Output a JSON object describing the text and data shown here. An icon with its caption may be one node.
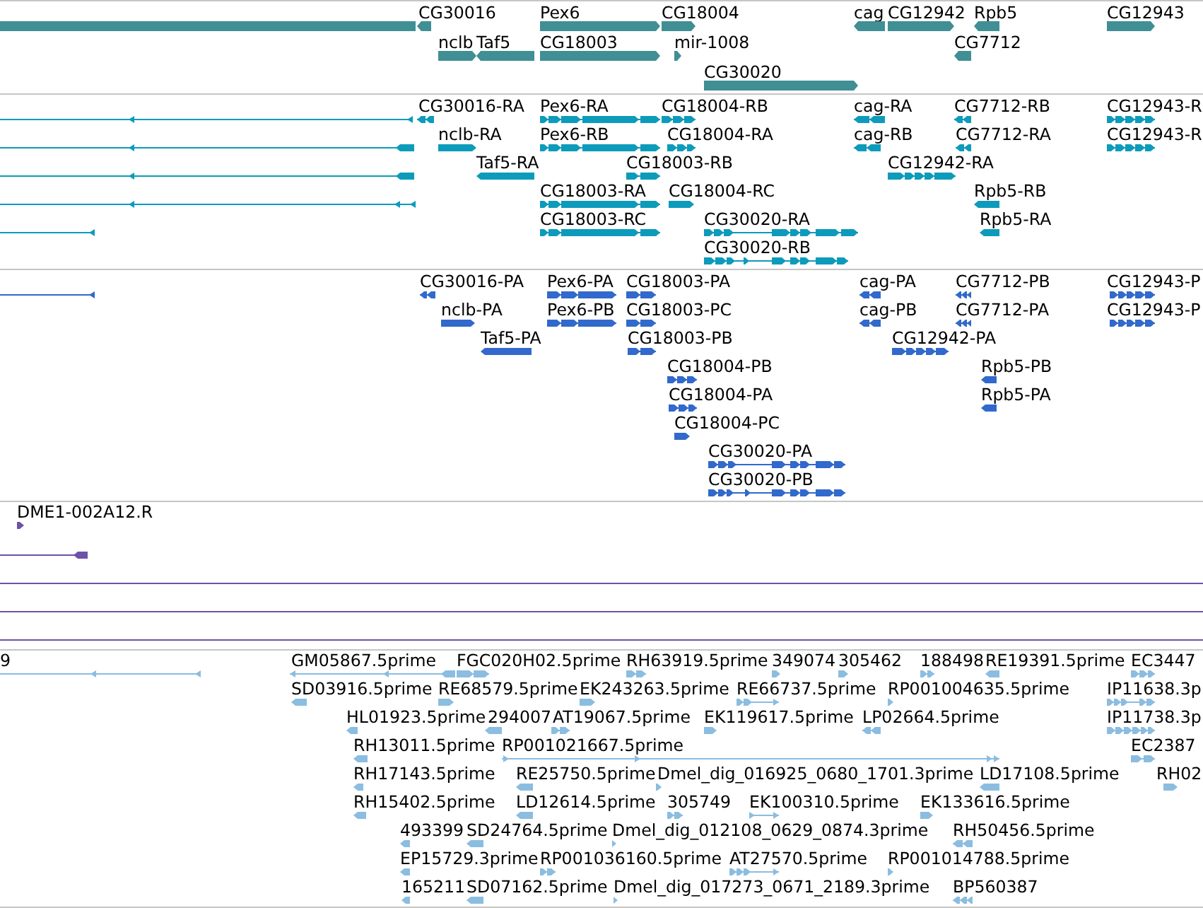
{
  "diagram": {
    "nodes": [
      {
        "text": [],
        "shape": "bar"
      },
      {
        "text": [
          "CG30016"
        ]
      },
      {
        "text": [
          "Pex6"
        ]
      },
      {
        "text": [
          "CG18004"
        ]
      },
      {
        "text": [
          "cag"
        ]
      },
      {
        "text": [
          "CG12942"
        ]
      },
      {
        "text": [
          "Rpb5"
        ]
      },
      {
        "text": [
          "CG12943"
        ]
      },
      {
        "text": [
          "nclb"
        ]
      },
      {
        "text": [
          "Taf5"
        ]
      },
      {
        "text": [
          "CG18003"
        ]
      },
      {
        "text": [
          "mir-1008"
        ]
      },
      {
        "text": [
          "CG7712"
        ]
      },
      {
        "text": [
          "CG30020"
        ]
      },
      {
        "text": [],
        "shape": "line"
      },
      {
        "text": [
          "CG30016-RA"
        ]
      },
      {
        "text": [
          "Pex6-RA"
        ]
      },
      {
        "text": [
          "CG18004-RB"
        ]
      },
      {
        "text": [
          "cag-RA"
        ]
      },
      {
        "text": [
          "CG7712-RB"
        ]
      },
      {
        "text": [
          "CG12943-R"
        ]
      },
      {
        "text": [],
        "shape": "line"
      },
      {
        "text": [
          "nclb-RA"
        ]
      },
      {
        "text": [
          "Pex6-RB"
        ]
      },
      {
        "text": [
          "CG18004-RA"
        ]
      },
      {
        "text": [
          "cag-RB"
        ]
      },
      {
        "text": [
          "CG7712-RA"
        ]
      },
      {
        "text": [
          "CG12943-R"
        ]
      },
      {
        "text": [],
        "shape": "line"
      },
      {
        "text": [
          "Taf5-RA"
        ]
      },
      {
        "text": [
          "CG18003-RB"
        ]
      },
      {
        "text": [
          "CG12942-RA"
        ]
      },
      {
        "text": [],
        "shape": "line"
      },
      {
        "text": [
          "CG18003-RA"
        ]
      },
      {
        "text": [
          "CG18004-RC"
        ]
      },
      {
        "text": [
          "Rpb5-RB"
        ]
      },
      {
        "text": [],
        "shape": "line"
      },
      {
        "text": [
          "CG18003-RC"
        ]
      },
      {
        "text": [
          "CG30020-RA"
        ]
      },
      {
        "text": [
          "Rpb5-RA"
        ]
      },
      {
        "text": [
          "CG30020-RB"
        ]
      },
      {
        "text": [],
        "shape": "line"
      },
      {
        "text": [
          "CG30016-PA"
        ]
      },
      {
        "text": [
          "Pex6-PA"
        ]
      },
      {
        "text": [
          "CG18003-PA"
        ]
      },
      {
        "text": [
          "cag-PA"
        ]
      },
      {
        "text": [
          "CG7712-PB"
        ]
      },
      {
        "text": [
          "CG12943-P"
        ]
      },
      {
        "text": [
          "nclb-PA"
        ]
      },
      {
        "text": [
          "Pex6-PB"
        ]
      },
      {
        "text": [
          "CG18003-PC"
        ]
      },
      {
        "text": [
          "cag-PB"
        ]
      },
      {
        "text": [
          "CG7712-PA"
        ]
      },
      {
        "text": [
          "CG12943-P"
        ]
      },
      {
        "text": [
          "Taf5-PA"
        ]
      },
      {
        "text": [
          "CG18003-PB"
        ]
      },
      {
        "text": [
          "CG12942-PA"
        ]
      },
      {
        "text": [
          "CG18004-PB"
        ]
      },
      {
        "text": [
          "Rpb5-PB"
        ]
      },
      {
        "text": [
          "CG18004-PA"
        ]
      },
      {
        "text": [
          "Rpb5-PA"
        ]
      },
      {
        "text": [
          "CG18004-PC"
        ]
      },
      {
        "text": [
          "CG30020-PA"
        ]
      },
      {
        "text": [
          "CG30020-PB"
        ]
      },
      {
        "text": [
          "DME1-002A12.R"
        ]
      },
      {
        "text": [],
        "shape": "line"
      },
      {
        "text": [],
        "shape": "line"
      },
      {
        "text": [],
        "shape": "line"
      },
      {
        "text": [],
        "shape": "line"
      },
      {
        "text": [
          "9"
        ]
      },
      {
        "text": [
          "GM05867.5prime"
        ]
      },
      {
        "text": [
          "FGC020H02.5prime"
        ]
      },
      {
        "text": [
          "RH63919.5prime"
        ]
      },
      {
        "text": [
          "349074"
        ]
      },
      {
        "text": [
          "305462"
        ]
      },
      {
        "text": [
          "188498"
        ]
      },
      {
        "text": [
          "RE19391.5prime"
        ]
      },
      {
        "text": [
          "EC3447"
        ]
      },
      {
        "text": [
          "SD03916.5prime"
        ]
      },
      {
        "text": [
          "RE68579.5prime"
        ]
      },
      {
        "text": [
          "EK243263.5prime"
        ]
      },
      {
        "text": [
          "RE66737.5prime"
        ]
      },
      {
        "text": [
          "RP001004635.5prime"
        ]
      },
      {
        "text": [
          "IP11638.3p"
        ]
      },
      {
        "text": [
          "HL01923.5prime"
        ]
      },
      {
        "text": [
          "294007"
        ]
      },
      {
        "text": [
          "AT19067.5prime"
        ]
      },
      {
        "text": [
          "EK119617.5prime"
        ]
      },
      {
        "text": [
          "LP02664.5prime"
        ]
      },
      {
        "text": [
          "IP11738.3p"
        ]
      },
      {
        "text": [
          "RH13011.5prime"
        ]
      },
      {
        "text": [
          "RP001021667.5prime"
        ]
      },
      {
        "text": [
          "EC2387"
        ]
      },
      {
        "text": [
          "RH17143.5prime"
        ]
      },
      {
        "text": [
          "RE25750.5prime"
        ]
      },
      {
        "text": [
          "Dmel_dig_016925_0680_1701.3prime"
        ]
      },
      {
        "text": [
          "LD17108.5prime"
        ]
      },
      {
        "text": [
          "RH02"
        ]
      },
      {
        "text": [
          "RH15402.5prime"
        ]
      },
      {
        "text": [
          "LD12614.5prime"
        ]
      },
      {
        "text": [
          "305749"
        ]
      },
      {
        "text": [
          "EK100310.5prime"
        ]
      },
      {
        "text": [
          "EK133616.5prime"
        ]
      },
      {
        "text": [
          "493399"
        ]
      },
      {
        "text": [
          "SD24764.5prime"
        ]
      },
      {
        "text": [
          "Dmel_dig_012108_0629_0874.3prime"
        ]
      },
      {
        "text": [
          "RH50456.5prime"
        ]
      },
      {
        "text": [
          "EP15729.3prime"
        ]
      },
      {
        "text": [
          "RP001036160.5prime"
        ]
      },
      {
        "text": [
          "AT27570.5prime"
        ]
      },
      {
        "text": [
          "RP001014788.5prime"
        ]
      },
      {
        "text": [
          "165211"
        ]
      },
      {
        "text": [
          "SD07162.5prime"
        ]
      },
      {
        "text": [
          "Dmel_dig_017273_0671_2189.3prime"
        ]
      },
      {
        "text": [
          "BP560387"
        ]
      }
    ]
  }
}
